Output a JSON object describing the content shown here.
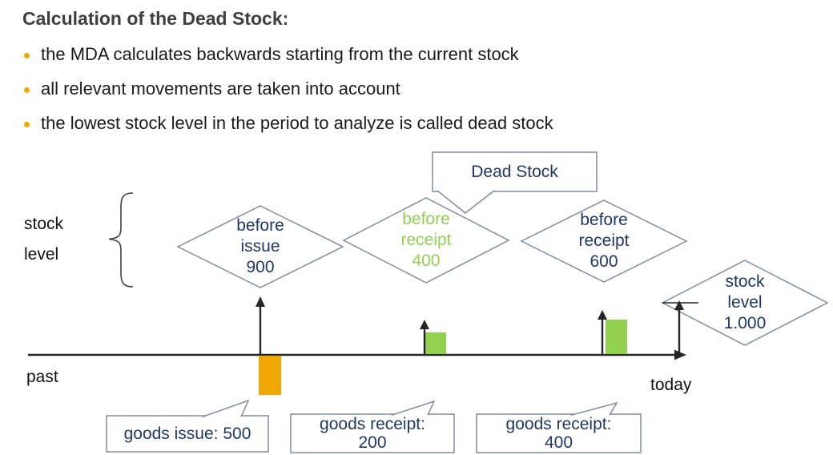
{
  "title": "Calculation of the Dead Stock:",
  "bullets": [
    "the MDA calculates backwards starting from the current stock",
    "all relevant movements are taken into account",
    "the lowest stock level in the period to analyze is called dead stock"
  ],
  "diagram": {
    "y_axis_label_line1": "stock",
    "y_axis_label_line2": "level",
    "dead_stock_label": "Dead Stock",
    "past_label": "past",
    "today_label": "today",
    "diamonds": [
      {
        "line1": "before",
        "line2": "issue",
        "line3": "900"
      },
      {
        "line1": "before",
        "line2": "receipt",
        "line3": "400"
      },
      {
        "line1": "before",
        "line2": "receipt",
        "line3": "600"
      },
      {
        "line1": "stock",
        "line2": "level",
        "line3": "1.000"
      }
    ],
    "callouts": [
      {
        "line1": "goods issue: 500"
      },
      {
        "line1": "goods receipt:",
        "line2": "200"
      },
      {
        "line1": "goods receipt:",
        "line2": "400"
      }
    ]
  },
  "colors": {
    "accent_orange": "#F0A800",
    "receipt_green": "#92D050",
    "text_navy": "#1F3864",
    "shape_border": "#808CA0",
    "title_gray": "#3F3F3F",
    "axis_black": "#262626"
  }
}
